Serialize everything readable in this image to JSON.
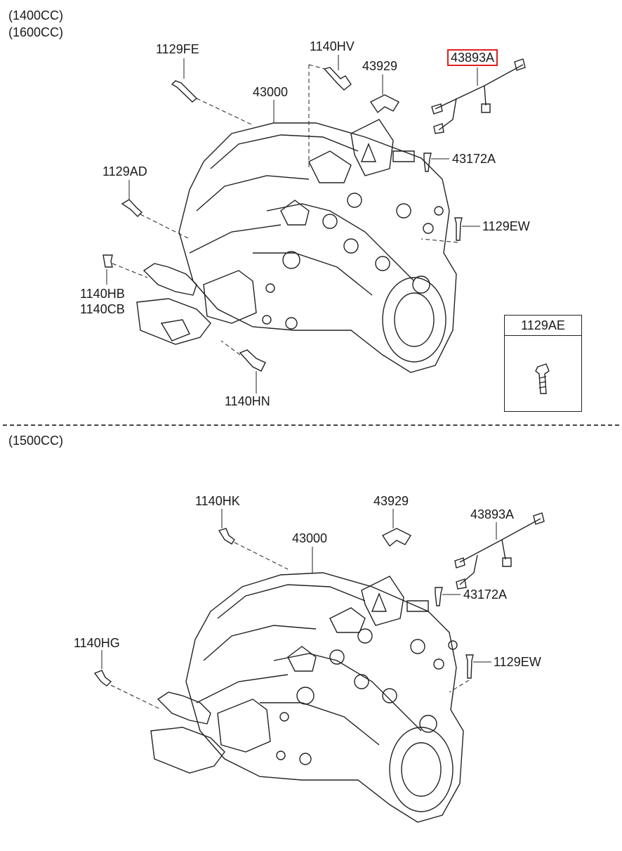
{
  "section_top": {
    "variants": [
      "(1400CC)",
      "(1600CC)"
    ],
    "labels": {
      "p1129FE": "1129FE",
      "p1140HV": "1140HV",
      "p43929": "43929",
      "p43893A": "43893A",
      "p43000": "43000",
      "p43172A": "43172A",
      "p1129AD": "1129AD",
      "p1129EW": "1129EW",
      "p1140HB": "1140HB",
      "p1140CB": "1140CB",
      "p1140HN": "1140HN"
    },
    "inset_label": "1129AE",
    "highlight_color": "#e02020"
  },
  "section_bottom": {
    "variant": "(1500CC)",
    "labels": {
      "p1140HK": "1140HK",
      "p43929": "43929",
      "p43893A": "43893A",
      "p43000": "43000",
      "p43172A": "43172A",
      "p1140HG": "1140HG",
      "p1129EW": "1129EW"
    }
  }
}
